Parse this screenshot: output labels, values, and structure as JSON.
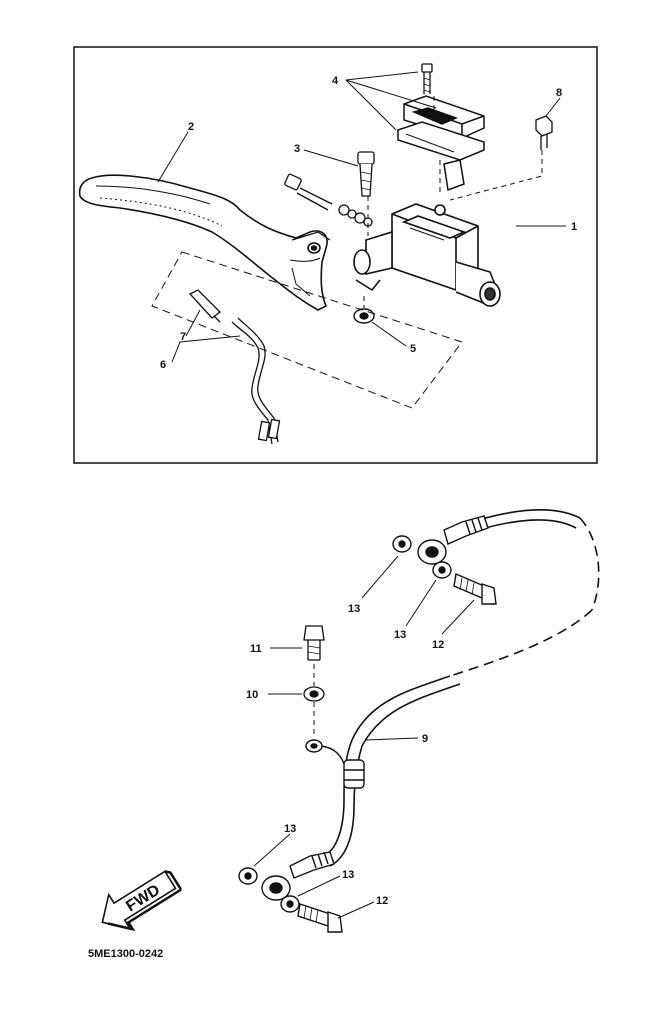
{
  "callouts": {
    "c1": "1",
    "c2": "2",
    "c3": "3",
    "c4": "4",
    "c5": "5",
    "c6": "6",
    "c7": "7",
    "c8": "8",
    "c9": "9",
    "c10": "10",
    "c11": "11",
    "c12": "12",
    "c13": "13"
  },
  "fwd_label": "FWD",
  "drawing_code": "5ME1300-0242"
}
